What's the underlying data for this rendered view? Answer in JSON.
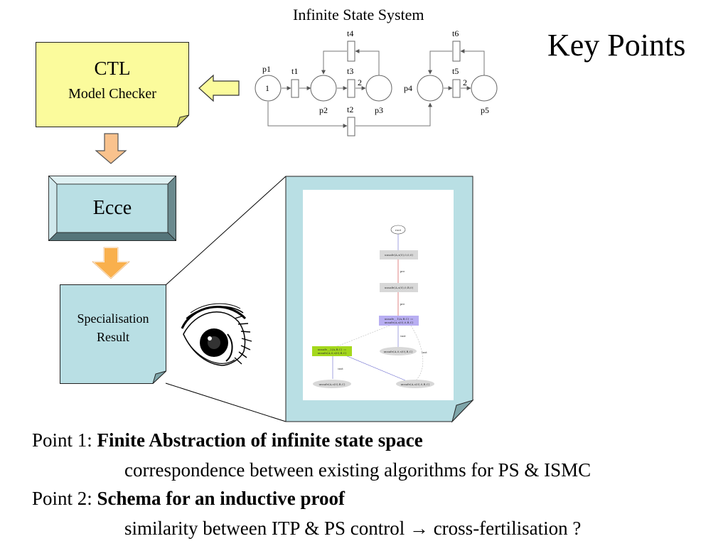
{
  "slide": {
    "title": "Key Points"
  },
  "petri_net": {
    "title": "Infinite State System",
    "places": [
      {
        "id": "p1",
        "label": "p1",
        "tokens": "1"
      },
      {
        "id": "p2",
        "label": "p2"
      },
      {
        "id": "p3",
        "label": "p3"
      },
      {
        "id": "p4",
        "label": "p4"
      },
      {
        "id": "p5",
        "label": "p5"
      }
    ],
    "transitions": [
      "t1",
      "t2",
      "t3",
      "t4",
      "t5",
      "t6"
    ],
    "arc_weights": {
      "t3_p3": "2",
      "t5_p5": "2"
    }
  },
  "ctl_box": {
    "title": "CTL",
    "subtitle": "Model Checker"
  },
  "ecce_box": {
    "label": "Ecce"
  },
  "spec_box": {
    "line1": "Specialisation",
    "line2": "Result"
  },
  "graph": {
    "nodes": {
      "root": "root",
      "n1": "unsafe(A,s(0),0,0,0)",
      "n2": "unsafe(A,s(0),0,B,0)",
      "n3a": "unsafe__1(A,B,C) :=",
      "n3b": "unsafe(A,s(0),0,B,C)",
      "n4a": "unsafe__2(A,B,C) :=",
      "n4b": "unsafe(A,0,s(0),B,C)",
      "n5": "unsafe(A,0,s(0),B,C)",
      "n6": "unsafe(A,s(0),B,C)",
      "n7": "unsafe(A,s(0),0,B,C)"
    },
    "edges": {
      "e2": "pre",
      "e3": "pre",
      "e4": "inst",
      "e5": "inst",
      "e6": "inst"
    }
  },
  "points": {
    "p1_prefix": "Point 1: ",
    "p1_bold": "Finite Abstraction of infinite state space",
    "p1_sub": "correspondence between existing algorithms for PS & ISMC",
    "p2_prefix": "Point 2: ",
    "p2_bold": "Schema for an inductive proof",
    "p2_sub": "similarity between ITP & PS control → cross-fertilisation ?"
  }
}
